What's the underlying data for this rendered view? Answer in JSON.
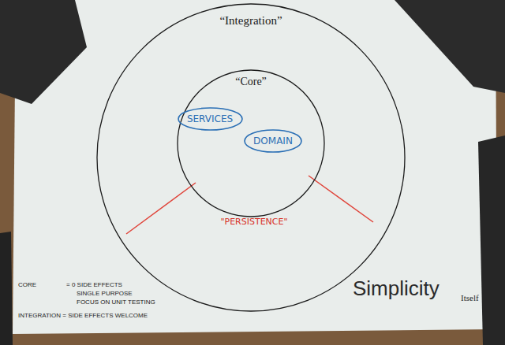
{
  "diagram": {
    "nodes": [
      {
        "text": [
          "“Integration”"
        ]
      },
      {
        "text": [
          "“Core”"
        ],
        "in": 0
      },
      {
        "text": [
          "SERVICES"
        ],
        "in": 1
      },
      {
        "text": [
          "DOMAIN"
        ],
        "in": 1
      }
    ],
    "labels": [
      "\"PERSISTENCE\"",
      "CORE",
      "= 0 SIDE EFFECTS",
      "SINGLE PURPOSE",
      "FOCUS ON UNIT TESTING",
      "INTEGRATION = SIDE EFFECTS WELCOME",
      "Simplicity",
      "Itself"
    ]
  }
}
